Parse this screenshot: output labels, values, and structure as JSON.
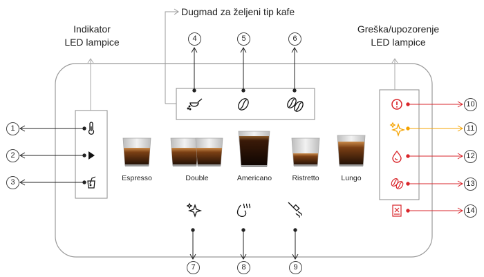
{
  "labels": {
    "indicator_line1": "Indikator",
    "indicator_line2": "LED lampice",
    "coffee_buttons": "Dugmad za željeni tip kafe",
    "error_line1": "Greška/upozorenje",
    "error_line2": "LED lampice"
  },
  "drinks": [
    "Espresso",
    "Double",
    "Americano",
    "Ristretto",
    "Lungo"
  ],
  "numbers": [
    "1",
    "2",
    "3",
    "4",
    "5",
    "6",
    "7",
    "8",
    "9",
    "10",
    "11",
    "12",
    "13",
    "14"
  ],
  "icons": {
    "indicator": [
      "thermometer-icon",
      "play-icon",
      "cleaning-icon"
    ],
    "top_buttons": [
      "coffee-scoop-icon",
      "coffee-bean-icon",
      "two-beans-icon"
    ],
    "bottom_buttons": [
      "descale-sparkle-icon",
      "steam-icon",
      "hot-water-nozzle-icon"
    ],
    "error": [
      "warning-icon",
      "descale-warning-icon",
      "water-drop-icon",
      "beans-empty-icon",
      "drip-tray-full-icon"
    ]
  },
  "colors": {
    "panel_border": "#999999",
    "red": "#d9262b",
    "orange": "#f5a300",
    "leader": "#222222"
  }
}
